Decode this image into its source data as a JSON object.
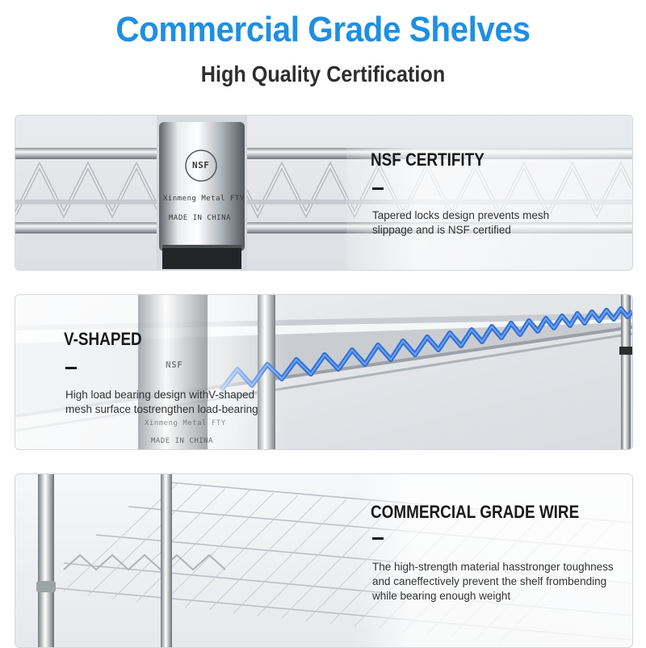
{
  "header": {
    "title": "Commercial Grade Shelves",
    "subtitle": "High Quality Certification"
  },
  "colors": {
    "title_blue": "#1e8fe3",
    "wire_highlight": "#3f7ee0",
    "chrome_dark": "#6f7479",
    "chrome_light": "#f2f4f6"
  },
  "features": [
    {
      "heading": "NSF CERTIFITY",
      "lines": [
        "Tapered locks design prevents mesh",
        "slippage and is NSF certified"
      ],
      "sleeve_logo": "NSF",
      "sleeve_text_1": "Xinmeng Metal FTY",
      "sleeve_text_2": "MADE IN CHINA"
    },
    {
      "heading": "V-SHAPED",
      "lines": [
        "High load bearing design withV-shaped",
        "mesh surface tostrengthen load-bearing"
      ],
      "sleeve_logo": "NSF",
      "sleeve_text_1": "Xinmeng Metal FTY",
      "sleeve_text_2": "MADE IN CHINA"
    },
    {
      "heading": "COMMERCIAL GRADE WIRE",
      "lines": [
        "The high-strength material hasstronger toughness",
        "and caneffectively prevent the shelf frombending",
        "while bearing enough weight"
      ]
    }
  ]
}
